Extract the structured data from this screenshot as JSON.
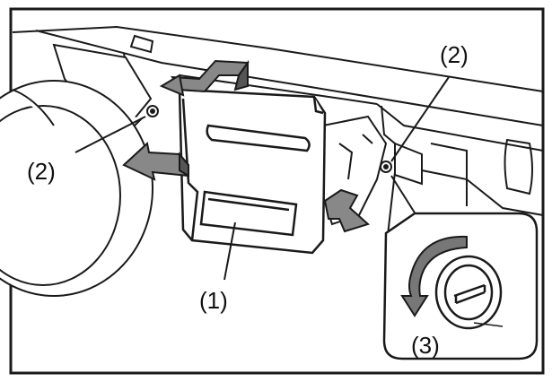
{
  "figure": {
    "labels": {
      "part_1": "(1)",
      "part_2_left": "(2)",
      "part_2_right": "(2)",
      "part_3": "(3)"
    },
    "colors": {
      "line": "#1a1a1a",
      "arrow_fill": "#555555",
      "background": "#ffffff"
    }
  }
}
